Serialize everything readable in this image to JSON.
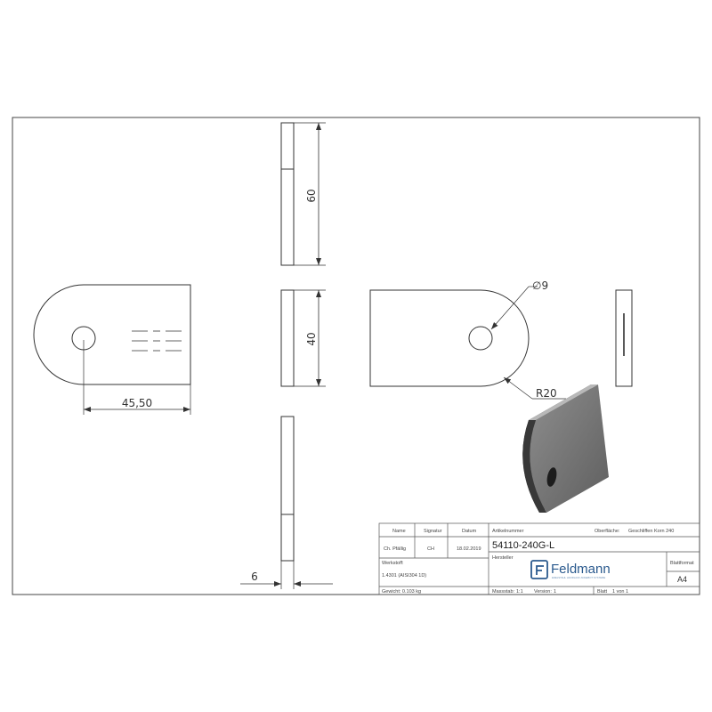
{
  "dimensions": {
    "height_top": "60",
    "height_mid": "40",
    "length": "45,50",
    "thickness": "6",
    "hole_diameter": "∅9",
    "radius": "R20"
  },
  "title_block": {
    "headers": {
      "name": "Name",
      "signature": "Signatur",
      "date": "Datum",
      "article_number": "Artikelnummer",
      "surface": "Oberfläche:",
      "manufacturer": "Hersteller",
      "material": "Werkstoff:",
      "sheet_format": "Blattformat",
      "scale": "Massstab:",
      "version": "Version:",
      "sheet": "Blatt"
    },
    "values": {
      "name": "Ch. Pfällig",
      "signature": "CH",
      "date": "18.02.2019",
      "article_number": "54110-240G-L",
      "surface": "Geschliffen Korn 240",
      "material": "1.4301 (AISI304 1D)",
      "sheet_format": "A4",
      "weight": "Gewicht: 0.103 kg",
      "scale": "1:1",
      "version": "1",
      "sheet": "1 von 1"
    },
    "logo": {
      "brand": "Feldmann",
      "tagline": "EDELSTAHL HANDLAUF ANGEBOT SYSTEME",
      "color": "#2b5a8e"
    }
  }
}
